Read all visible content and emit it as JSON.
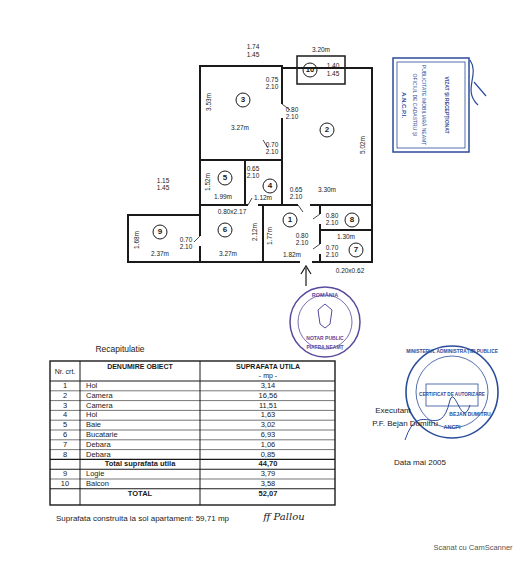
{
  "diagram": {
    "labels": [
      "1.74",
      "1.45",
      "3.20m",
      "1.40",
      "1.45",
      "10",
      "3.53m",
      "3",
      "0.75",
      "2.10",
      "0.80",
      "2.10",
      "2",
      "3.27m",
      "5.02m",
      "0.70",
      "2.10",
      "1.15",
      "1.45",
      "1.52m",
      "5",
      "0.65",
      "2.10",
      "4",
      "1.99m",
      "1.12m",
      "3.30m",
      "0.65",
      "2.10",
      "0.80x2.17",
      "1.68m",
      "9",
      "2.37m",
      "0.70",
      "2.10",
      "6",
      "2.12m",
      "3.27m",
      "1.77m",
      "1",
      "0.80",
      "2.10",
      "1.82m",
      "0.80",
      "2.10",
      "8",
      "1.30m",
      "0.70",
      "2.10",
      "7",
      "0.20x0.62",
      "Recapitulatie",
      "Nr. crt.",
      "DENUMIRE OBIECT",
      "SUPRAFATA UTILA",
      "- mp -",
      "1",
      "Hol",
      "3,14",
      "2",
      "Camera",
      "16,56",
      "3",
      "Camera",
      "11,51",
      "4",
      "Hol",
      "1,63",
      "5",
      "Baie",
      "3,02",
      "6",
      "Bucatarie",
      "6,93",
      "7",
      "Debara",
      "1,06",
      "8",
      "Debara",
      "0,85",
      "Total suprafata utila",
      "44,70",
      "9",
      "Logie",
      "3,79",
      "10",
      "Balcon",
      "3,58",
      "TOTAL",
      "52,07",
      "Executant",
      "P.F. Bejan Dumitru",
      "Data mai 2005",
      "Suprafata construita la sol apartament: 59,71 mp",
      "ff Pallou",
      "Scanat cu CamScanner",
      "A.N.C.P.I.",
      "OFICIUL DE CADASTRU ŞI",
      "PUBLICITATE IMOBILIARĂ NEAMŢ",
      "VIZAT ŞI RECEPŢIONAT",
      "ROMÂNIA",
      "NOTAR PUBLIC",
      "PIATRA NEAMŢ",
      "MINISTERUL ADMINISTRAŢIEI PUBLICE",
      "CERTIFICAT DE AUTORIZARE",
      "BEJAN DUMITRU",
      "ANCPI"
    ]
  }
}
